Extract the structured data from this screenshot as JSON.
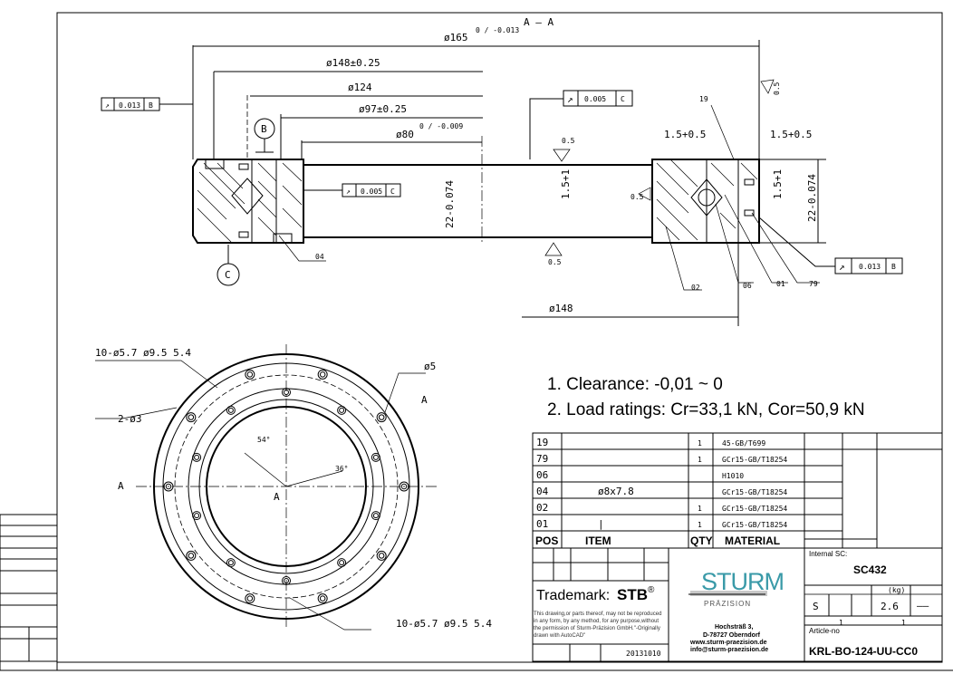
{
  "section_title": "A — A",
  "dimensions": {
    "d165": "ø165",
    "d165_tol": "0 / -0.013",
    "d148_tol": "ø148±0.25",
    "d124": "ø124",
    "d97": "ø97±0.25",
    "d80": "ø80",
    "d80_tol": "0 / -0.009",
    "d148": "ø148",
    "height": "22-0.074",
    "chamfer1": "1.5+0.5",
    "chamfer2": "1.5+0.5",
    "offset1": "1.5+1",
    "offset2": "1.5+1",
    "roughness": "0.5"
  },
  "tolerance_frames": [
    {
      "value": "0.013",
      "datum": "B"
    },
    {
      "value": "0.005",
      "datum": "C"
    },
    {
      "value": "0.005",
      "datum": "C"
    },
    {
      "value": "0.013",
      "datum": "B"
    }
  ],
  "datums": {
    "b": "B",
    "c": "C"
  },
  "part_labels": [
    "19",
    "04",
    "02",
    "06",
    "01",
    "79"
  ],
  "plan_view": {
    "holes_top": "10-ø5.7   ø9.5  5.4",
    "holes_bottom": "10-ø5.7   ø9.5  5.4",
    "pin_holes": "2-ø3",
    "d5": "ø5",
    "angle1": "54°",
    "angle2": "36°",
    "section_mark": "A"
  },
  "notes": [
    "1.  Clearance: -0,01 ~ 0",
    "2.  Load ratings: Cr=33,1 kN, Cor=50,9 kN"
  ],
  "bom": {
    "rows": [
      {
        "pos": "19",
        "item": "",
        "qty": "1",
        "material": "45-GB/T699"
      },
      {
        "pos": "79",
        "item": "",
        "qty": "1",
        "material": "GCr15-GB/T18254"
      },
      {
        "pos": "06",
        "item": "",
        "qty": "",
        "material": "H1010"
      },
      {
        "pos": "04",
        "item": "ø8x7.8",
        "qty": "",
        "material": "GCr15-GB/T18254"
      },
      {
        "pos": "02",
        "item": "",
        "qty": "1",
        "material": "GCr15-GB/T18254"
      },
      {
        "pos": "01",
        "item": "|",
        "qty": "1",
        "material": "GCr15-GB/T18254"
      }
    ],
    "headers": {
      "pos": "POS",
      "item": "ITEM",
      "qty": "QTY",
      "material": "MATERIAL"
    }
  },
  "title_block": {
    "trademark_label": "Trademark:",
    "trademark": "STB",
    "reg": "®",
    "disclaimer": [
      "This drawing,or parts thereof, may not be reproduced",
      "in any form, by any method, for any purpose,without",
      "the permission of Sturm-Präzision GmbH.\"-Originally",
      "drawn with AutoCAD\""
    ],
    "date": "20131010",
    "logo_main": "STURM",
    "logo_sub": "PRÄZISION",
    "address": [
      "Hochsträß 3,",
      "D-78727 Oberndorf",
      "www.sturm-praezision.de",
      "info@sturm-praezision.de"
    ],
    "internal_label": "Internal SC:",
    "internal_value": "SC432",
    "unit_kg": "(kg)",
    "scale_s": "S",
    "weight": "2.6",
    "dash": "——",
    "sheet1": "1",
    "sheet2": "1",
    "article_label": "Article-no",
    "article_no": "KRL-BO-124-UU-CC0"
  },
  "colors": {
    "logo": "#3a9aa8",
    "logo_bar": "#c8c8c8"
  }
}
